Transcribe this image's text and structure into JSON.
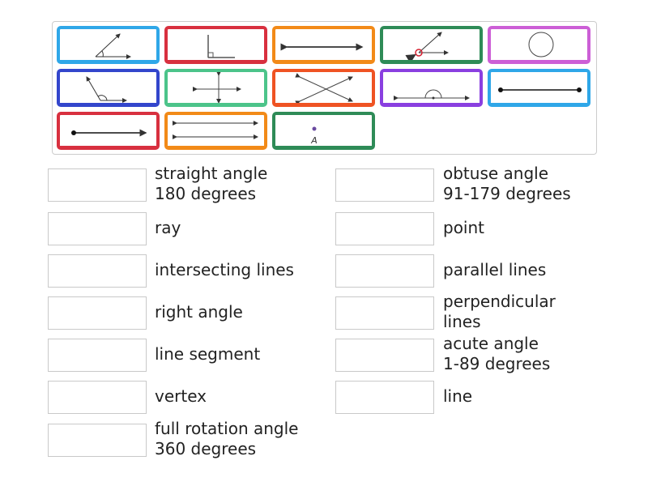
{
  "cards": [
    {
      "icon": "acute-angle-icon",
      "color": "#2fa7e8"
    },
    {
      "icon": "right-angle-icon",
      "color": "#d8303f"
    },
    {
      "icon": "line-icon",
      "color": "#f28a18"
    },
    {
      "icon": "vertex-icon",
      "color": "#2e8b57"
    },
    {
      "icon": "full-rotation-icon",
      "color": "#cc5fd6"
    },
    {
      "icon": "obtuse-angle-icon",
      "color": "#3346cc"
    },
    {
      "icon": "perpendicular-lines-icon",
      "color": "#4cc48a"
    },
    {
      "icon": "intersecting-lines-icon",
      "color": "#ef5323"
    },
    {
      "icon": "straight-angle-icon",
      "color": "#8a3fe0"
    },
    {
      "icon": "line-segment-icon",
      "color": "#2fa7e8"
    },
    {
      "icon": "ray-icon",
      "color": "#d8303f"
    },
    {
      "icon": "parallel-lines-icon",
      "color": "#f28a18"
    },
    {
      "icon": "point-icon",
      "color": "#2e8b57",
      "label": "A"
    }
  ],
  "targets_left": [
    {
      "line1": "straight angle",
      "line2": "180 degrees"
    },
    {
      "line1": "ray"
    },
    {
      "line1": "intersecting lines"
    },
    {
      "line1": "right angle"
    },
    {
      "line1": "line segment"
    },
    {
      "line1": "vertex"
    },
    {
      "line1": "full rotation angle",
      "line2": "360 degrees"
    }
  ],
  "targets_right": [
    {
      "line1": "obtuse angle",
      "line2": "91-179 degrees"
    },
    {
      "line1": "point"
    },
    {
      "line1": "parallel lines"
    },
    {
      "line1": "perpendicular",
      "line2": "lines"
    },
    {
      "line1": "acute angle",
      "line2": "1-89 degrees"
    },
    {
      "line1": "line"
    }
  ]
}
